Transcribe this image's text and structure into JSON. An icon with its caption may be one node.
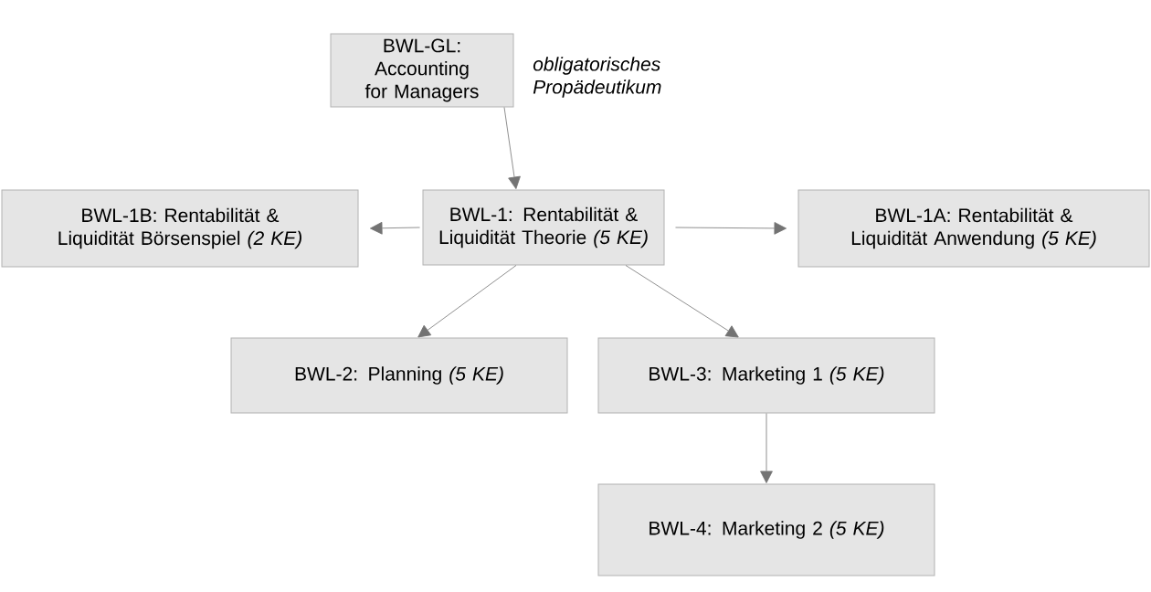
{
  "diagram": {
    "nodes": [
      {
        "text": [
          "BWL-GL: Accounting for Managers"
        ]
      },
      {
        "text": [
          "BWL-1: Rentabilität & Liquidität Theorie *(5 KE)*"
        ]
      },
      {
        "text": [
          "BWL-1B: Rentabilität & Liquidität Börsenspiel *(2 KE)*"
        ]
      },
      {
        "text": [
          "BWL-1A: Rentabilität & Liquidität Anwendung *(5 KE)*"
        ]
      },
      {
        "text": [
          "BWL-2: Planning *(5 KE)*"
        ]
      },
      {
        "text": [
          "BWL-3: Marketing 1 *(5 KE)*"
        ]
      },
      {
        "text": [
          "BWL-4: Marketing 2 *(5 KE)*"
        ]
      }
    ],
    "edges": [
      {
        "from": 0,
        "to": 1,
        "arrow": "to"
      },
      {
        "from": 1,
        "to": 2,
        "arrow": "to"
      },
      {
        "from": 1,
        "to": 3,
        "arrow": "to"
      },
      {
        "from": 1,
        "to": 4,
        "arrow": "to"
      },
      {
        "from": 1,
        "to": 5,
        "arrow": "to"
      },
      {
        "from": 5,
        "to": 6,
        "arrow": "to"
      }
    ],
    "labels": [
      "obligatorisches Propädeutikum"
    ]
  }
}
